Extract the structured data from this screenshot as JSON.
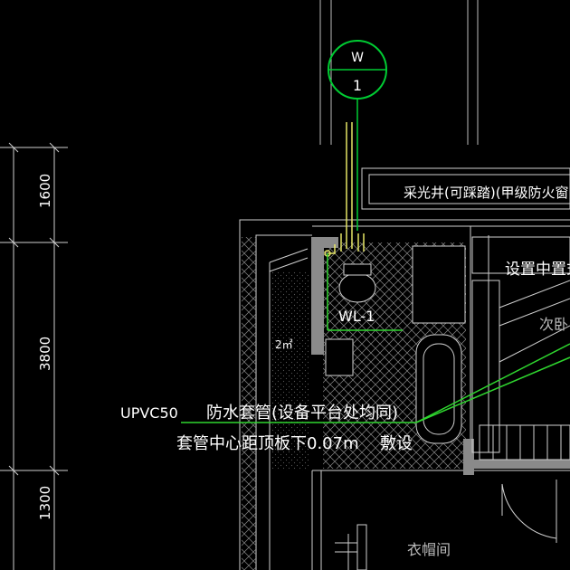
{
  "marker": {
    "top": "W",
    "bottom": "1"
  },
  "dimensions": [
    "1600",
    "3800",
    "1300"
  ],
  "labels": {
    "skylight": "采光井(可踩踏)(甲级防火窗)",
    "setting": "设置中置式",
    "pipe_id": "WL-1",
    "area": "2㎡",
    "room_bedroom": "次卧",
    "room_cloak": "衣帽间",
    "pipe_spec": "UPVC50",
    "sleeve_note": "防水套管(设备平台处均同)",
    "sleeve_depth": "套管中心距顶板下0.07m",
    "lay": "敷设"
  },
  "colors": {
    "marker": "#00cc33",
    "pipe": "#e6e666",
    "leader": "#2fd62f",
    "wall": "#8a8a8a",
    "line": "#cfcfcf",
    "text": "#ffffff"
  }
}
